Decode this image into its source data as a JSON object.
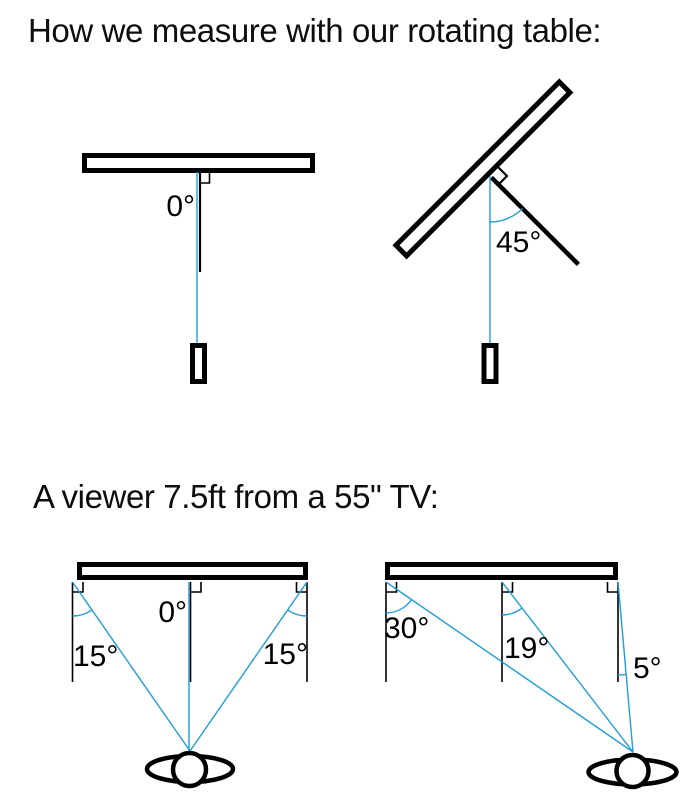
{
  "colors": {
    "accent_blue": "#219CD9",
    "ink": "#000000"
  },
  "section1": {
    "title": "How we measure with our rotating table:",
    "diagram_0deg": {
      "angle_label": "0°"
    },
    "diagram_45deg": {
      "angle_label": "45°"
    }
  },
  "section2": {
    "title": "A viewer 7.5ft from a 55\" TV:",
    "diagram_centered": {
      "left_angle": "15°",
      "center_angle": "0°",
      "right_angle": "15°"
    },
    "diagram_offset": {
      "left_angle": "30°",
      "center_angle": "19°",
      "right_angle": "5°"
    }
  }
}
